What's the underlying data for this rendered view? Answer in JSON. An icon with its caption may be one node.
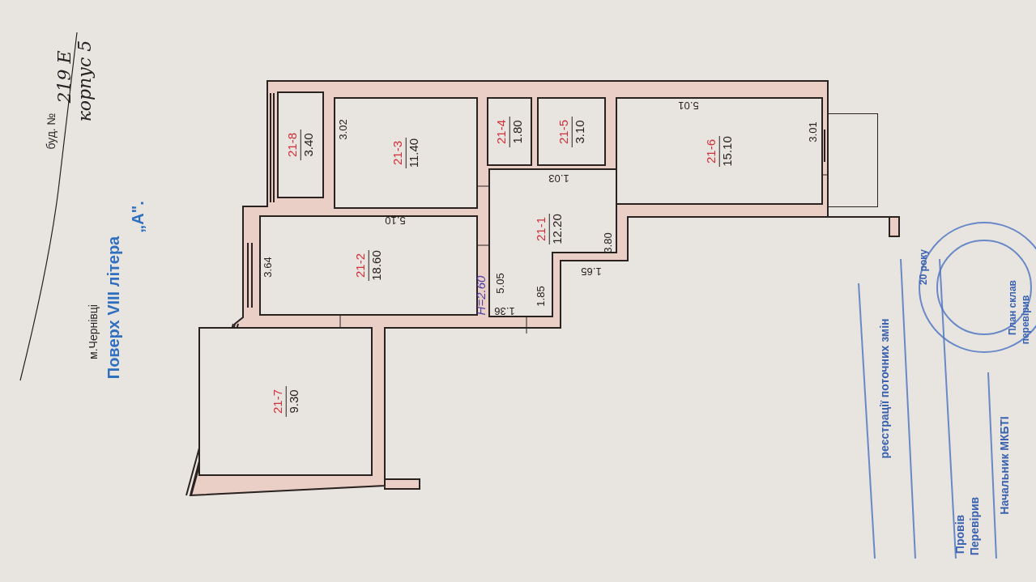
{
  "diagram": {
    "nodes": [
      {
        "text": [
          "21-8",
          "3.40"
        ]
      },
      {
        "text": [
          "21-3",
          "11.40"
        ]
      },
      {
        "text": [
          "21-4",
          "1.80"
        ]
      },
      {
        "text": [
          "21-5",
          "3.10"
        ]
      },
      {
        "text": [
          "21-6",
          "15.10"
        ]
      },
      {
        "text": [
          "21-1",
          "12.20"
        ]
      },
      {
        "text": [
          "21-2",
          "18.60"
        ]
      },
      {
        "text": [
          "21-7",
          "9.30"
        ]
      },
      {
        "text": [],
        "shape": "box"
      }
    ],
    "edges": [],
    "labels": [
      "м.Чернівці",
      "буд. №",
      "219 Е",
      "корпус 5",
      "Поверх VIII літера",
      "„А\".",
      "3.02",
      "5.10",
      "1.03",
      "5.01",
      "3.01",
      "3.80",
      "1.65",
      "3.64",
      "5.05",
      "H=2.60",
      "1.85",
      "1.36",
      "Провів",
      "Перевірив",
      "реєстрації поточних змін",
      "Начальник МКБТІ",
      "20 року",
      "План склав",
      "перевірив"
    ]
  }
}
